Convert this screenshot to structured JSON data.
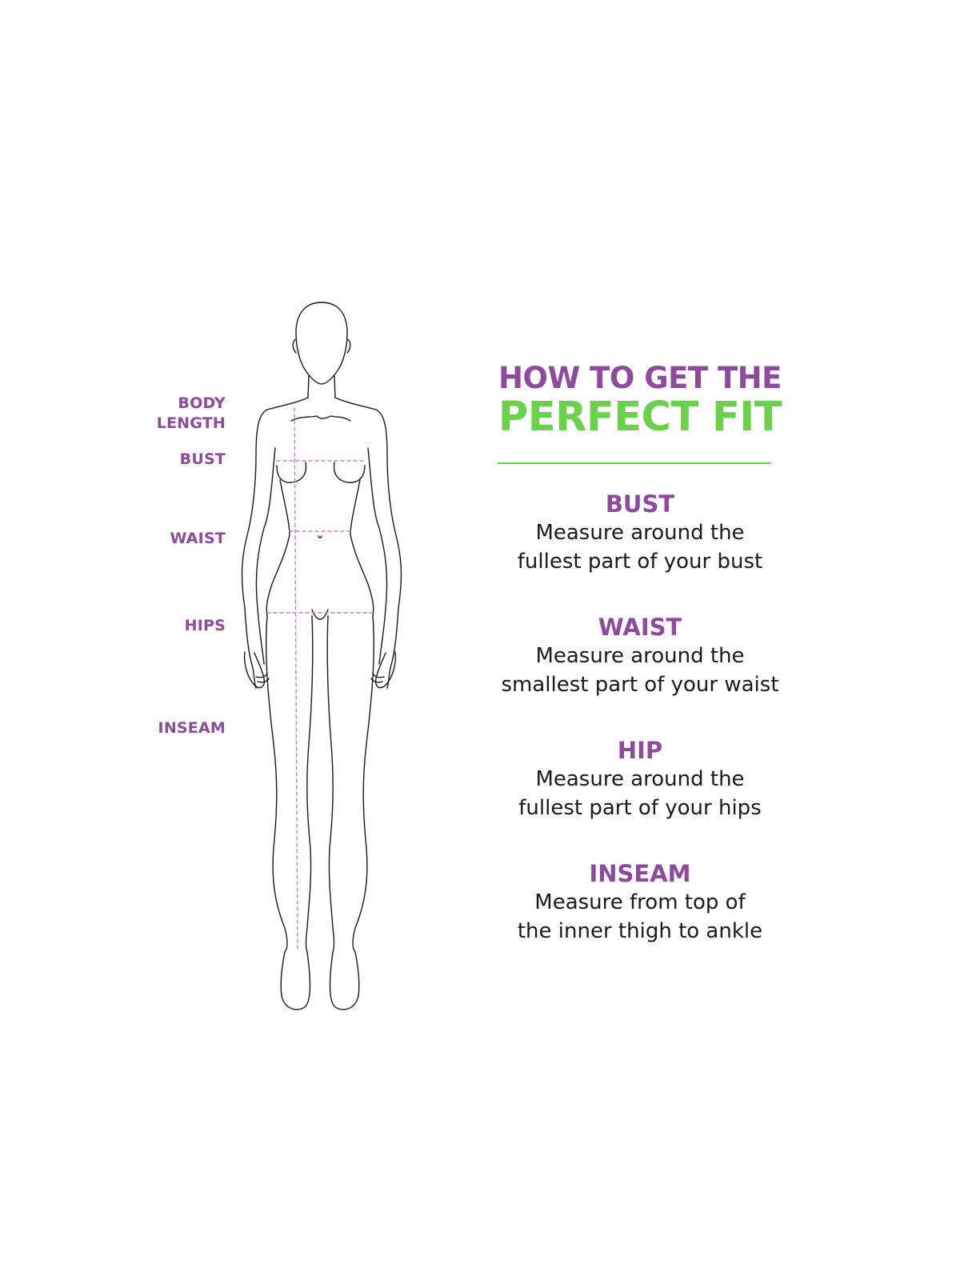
{
  "body_labels": [
    {
      "id": "body-length",
      "text": "BODY\nLENGTH"
    },
    {
      "id": "bust",
      "text": "BUST"
    },
    {
      "id": "waist",
      "text": "WAIST"
    },
    {
      "id": "hips",
      "text": "HIPS"
    },
    {
      "id": "inseam",
      "text": "INSEAM"
    }
  ],
  "headline": {
    "line1": "HOW TO GET THE",
    "line2": "PERFECT FIT"
  },
  "colors": {
    "accent_purple": "#8e4a9c",
    "accent_green": "#6ad14a",
    "measure_line": "#c77fd1",
    "outline": "#1a1a1a"
  },
  "sections": [
    {
      "title": "BUST",
      "desc": "Measure around the\nfullest part of your bust"
    },
    {
      "title": "WAIST",
      "desc": "Measure around the\nsmallest part of your waist"
    },
    {
      "title": "HIP",
      "desc": "Measure around the\nfullest part of your hips"
    },
    {
      "title": "INSEAM",
      "desc": "Measure from top of\nthe inner thigh to ankle"
    }
  ]
}
